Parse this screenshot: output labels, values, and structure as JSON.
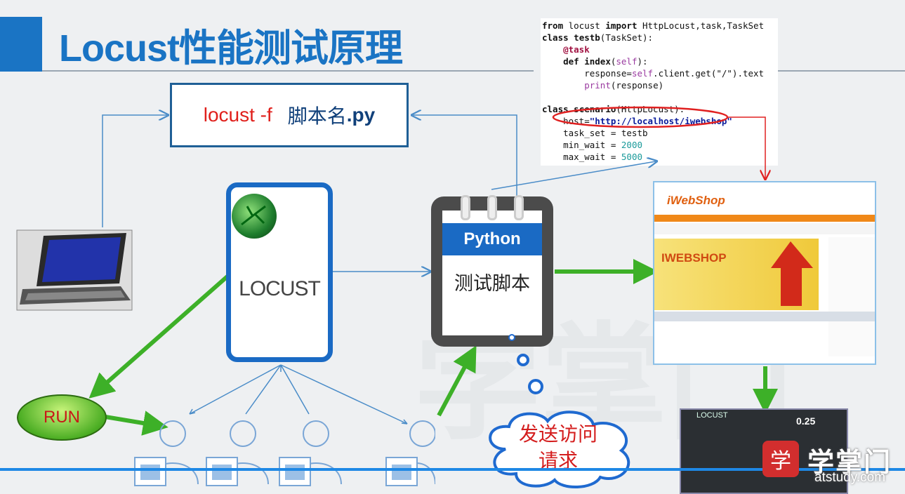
{
  "title": "Locust性能测试原理",
  "command": {
    "part1": "locust -f",
    "part2": "脚本名",
    "part3": ".py"
  },
  "code_lines": [
    [
      {
        "t": "from",
        "c": "kw"
      },
      {
        "t": " locust ",
        "c": ""
      },
      {
        "t": "import",
        "c": "kw"
      },
      {
        "t": " HttpLocust,task,TaskSet",
        "c": ""
      }
    ],
    [
      {
        "t": "class",
        "c": "kw"
      },
      {
        "t": " testb",
        "c": "kw"
      },
      {
        "t": "(TaskSet):",
        "c": ""
      }
    ],
    [
      {
        "t": "    ",
        "c": ""
      },
      {
        "t": "@task",
        "c": "dec"
      }
    ],
    [
      {
        "t": "    ",
        "c": ""
      },
      {
        "t": "def",
        "c": "kw"
      },
      {
        "t": " index",
        "c": "kw"
      },
      {
        "t": "(",
        "c": ""
      },
      {
        "t": "self",
        "c": "self"
      },
      {
        "t": "):",
        "c": ""
      }
    ],
    [
      {
        "t": "        response=",
        "c": ""
      },
      {
        "t": "self",
        "c": "self"
      },
      {
        "t": ".client.get(\"/\").text",
        "c": ""
      }
    ],
    [
      {
        "t": "        ",
        "c": ""
      },
      {
        "t": "print",
        "c": "self"
      },
      {
        "t": "(response)",
        "c": ""
      }
    ],
    [
      {
        "t": "",
        "c": ""
      }
    ],
    [
      {
        "t": "class",
        "c": "kw"
      },
      {
        "t": " scenario",
        "c": "kw"
      },
      {
        "t": "(HttpLocust):",
        "c": ""
      }
    ],
    [
      {
        "t": "    host=",
        "c": ""
      },
      {
        "t": "\"http://localhost/iwebshop\"",
        "c": "str"
      }
    ],
    [
      {
        "t": "    task_set = testb",
        "c": ""
      }
    ],
    [
      {
        "t": "    min_wait = ",
        "c": ""
      },
      {
        "t": "2000",
        "c": "num"
      }
    ],
    [
      {
        "t": "    max_wait = ",
        "c": ""
      },
      {
        "t": "5000",
        "c": "num"
      }
    ]
  ],
  "locust_label": "LOCUST",
  "python_band": "Python",
  "python_label": "测试脚本",
  "run_label": "RUN",
  "cloud_text": [
    "发送访问",
    "请求"
  ],
  "iwebshop": {
    "logo": "iWebShop",
    "banner": "IWEBSHOP"
  },
  "dashboard": {
    "logo": "LOCUST",
    "value": "0.25"
  },
  "brand": {
    "icon": "学",
    "name": "学掌门",
    "url": "atstudy.com"
  },
  "colors": {
    "primary": "#1a74c4",
    "arrow_green": "#3db028",
    "arrow_blue": "#4a8cc8",
    "highlight_red": "#e02020"
  }
}
